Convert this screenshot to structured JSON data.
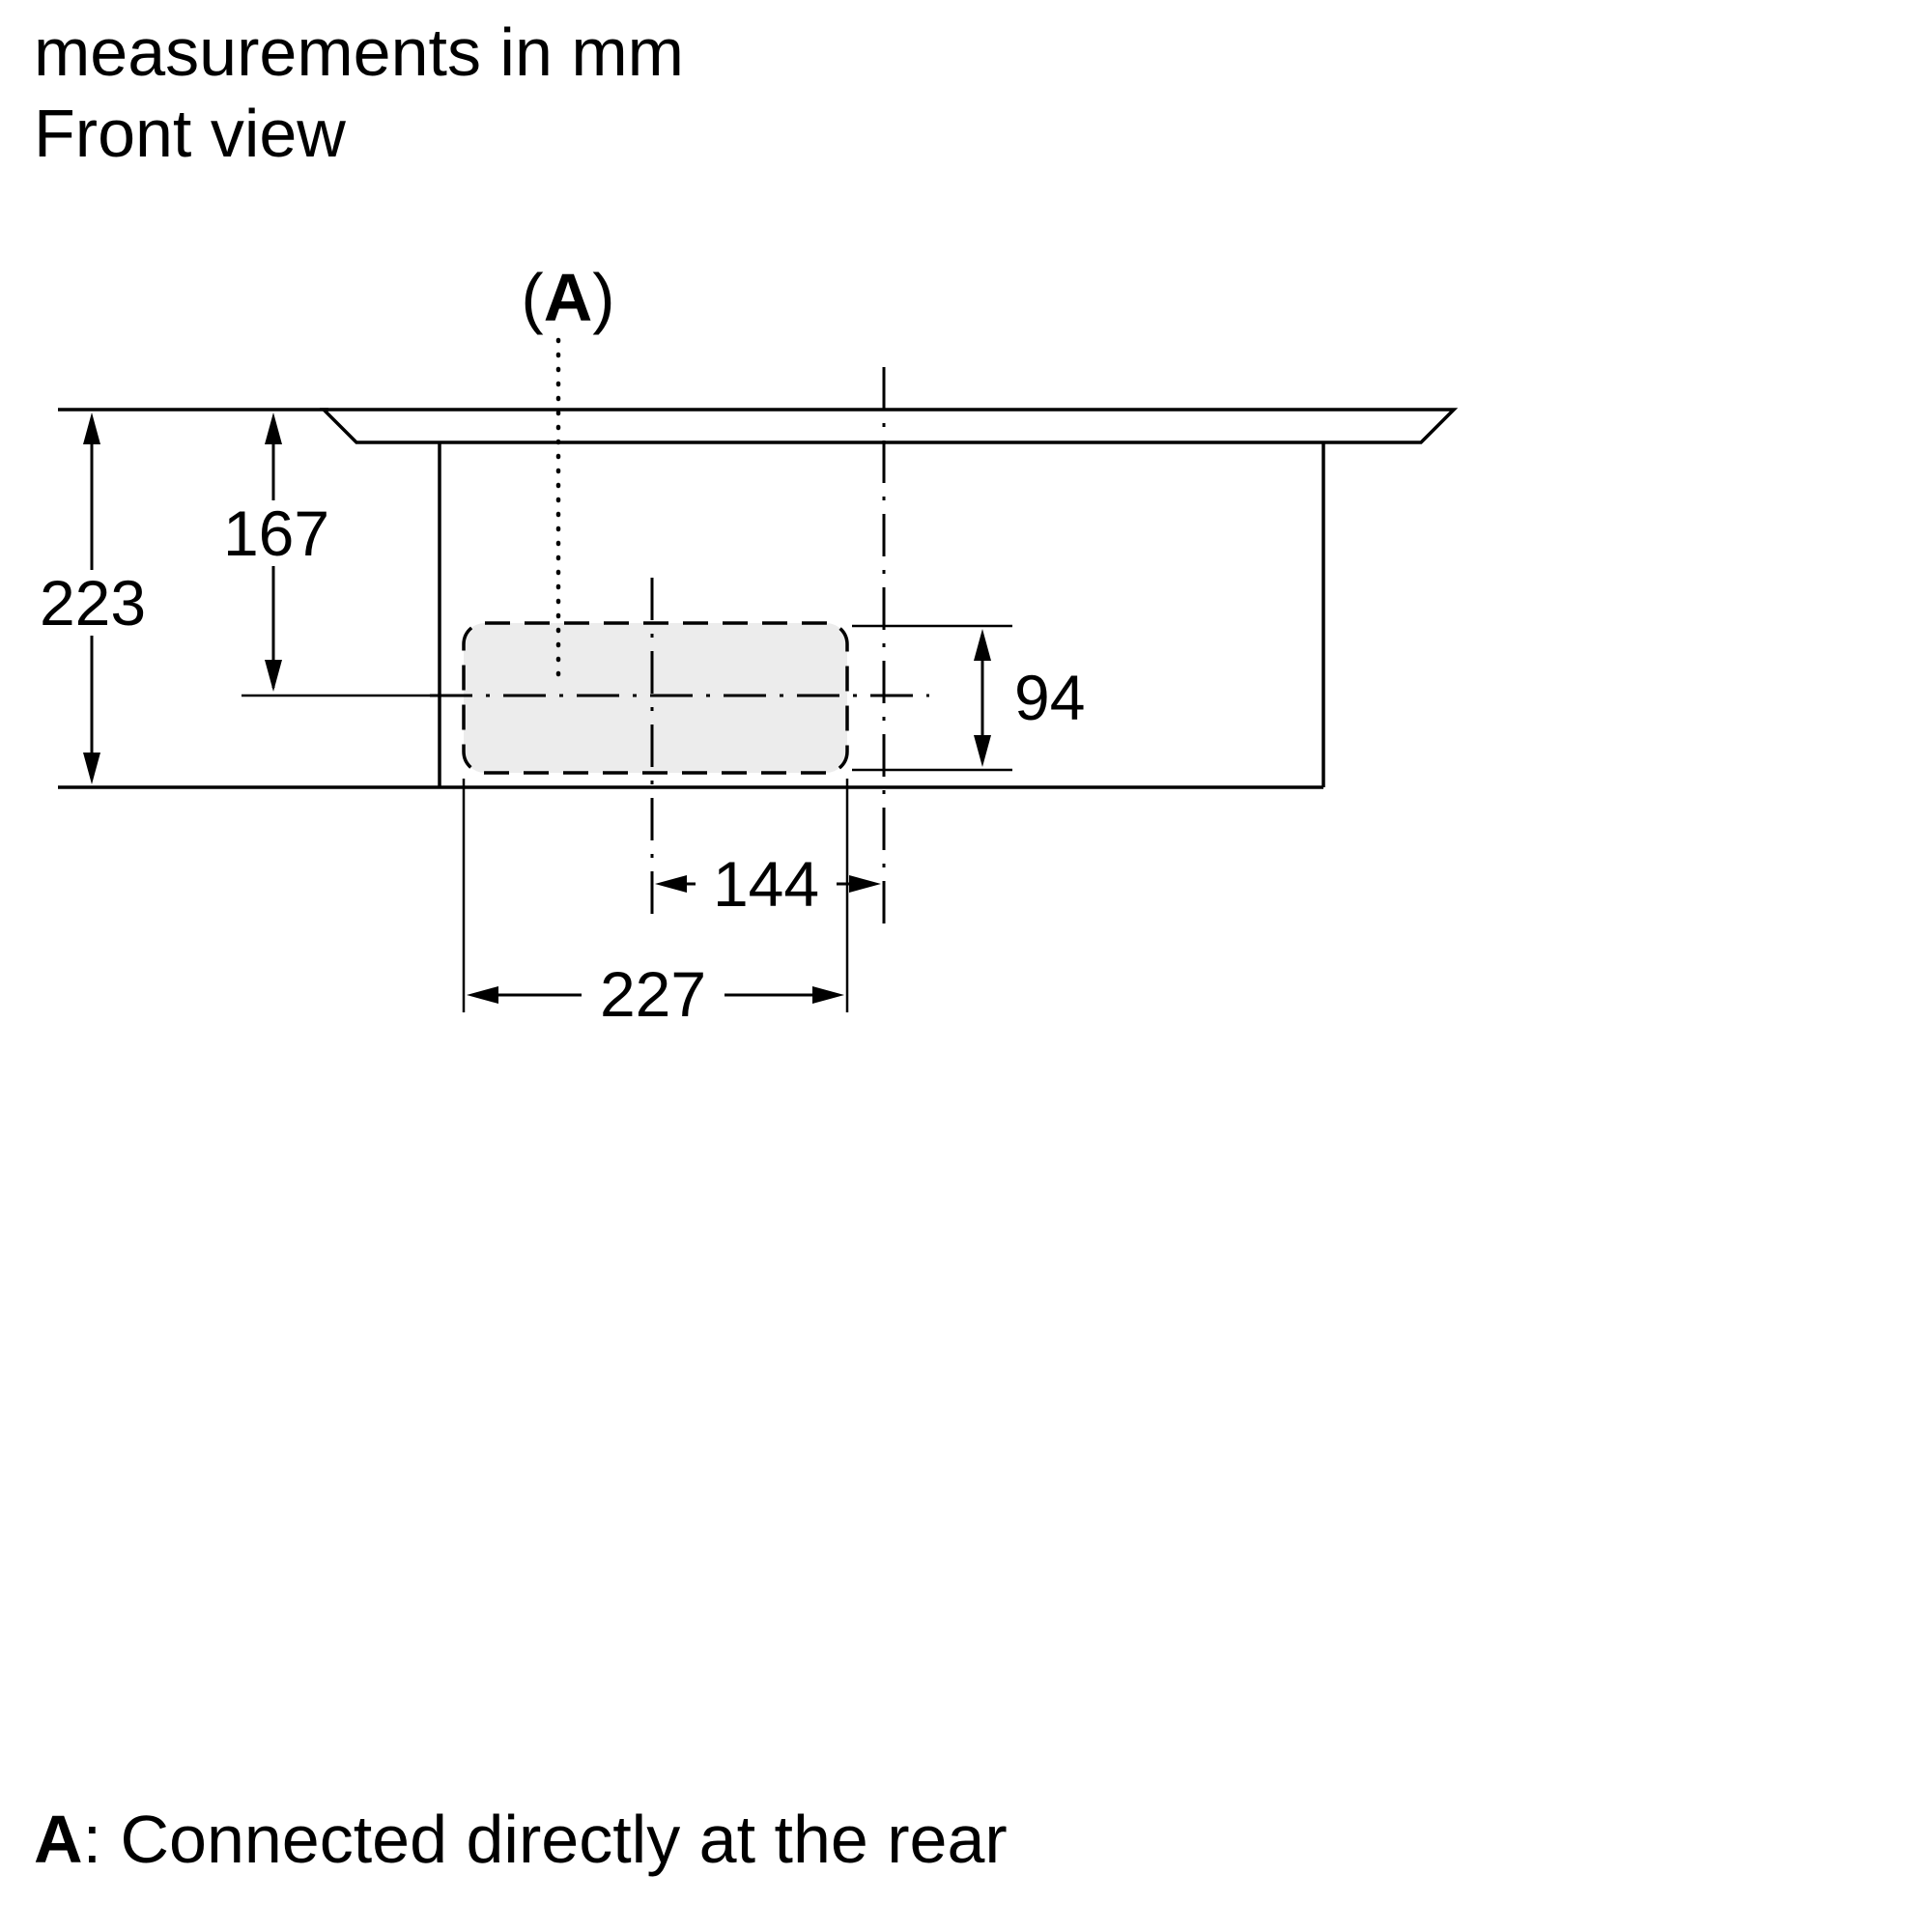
{
  "title": {
    "line1": "measurements in mm",
    "line2": "Front view"
  },
  "callout": {
    "open": "(",
    "letter": "A",
    "close": ")"
  },
  "dimensions": {
    "total_height": "223",
    "surface_to_centerline": "167",
    "opening_height": "94",
    "centerline_to_rear": "144",
    "opening_width": "227"
  },
  "footnote": {
    "letter": "A",
    "text": ": Connected directly at the rear"
  },
  "colors": {
    "line": "#000000",
    "opening_fill": "#ececec",
    "background": "#ffffff"
  }
}
